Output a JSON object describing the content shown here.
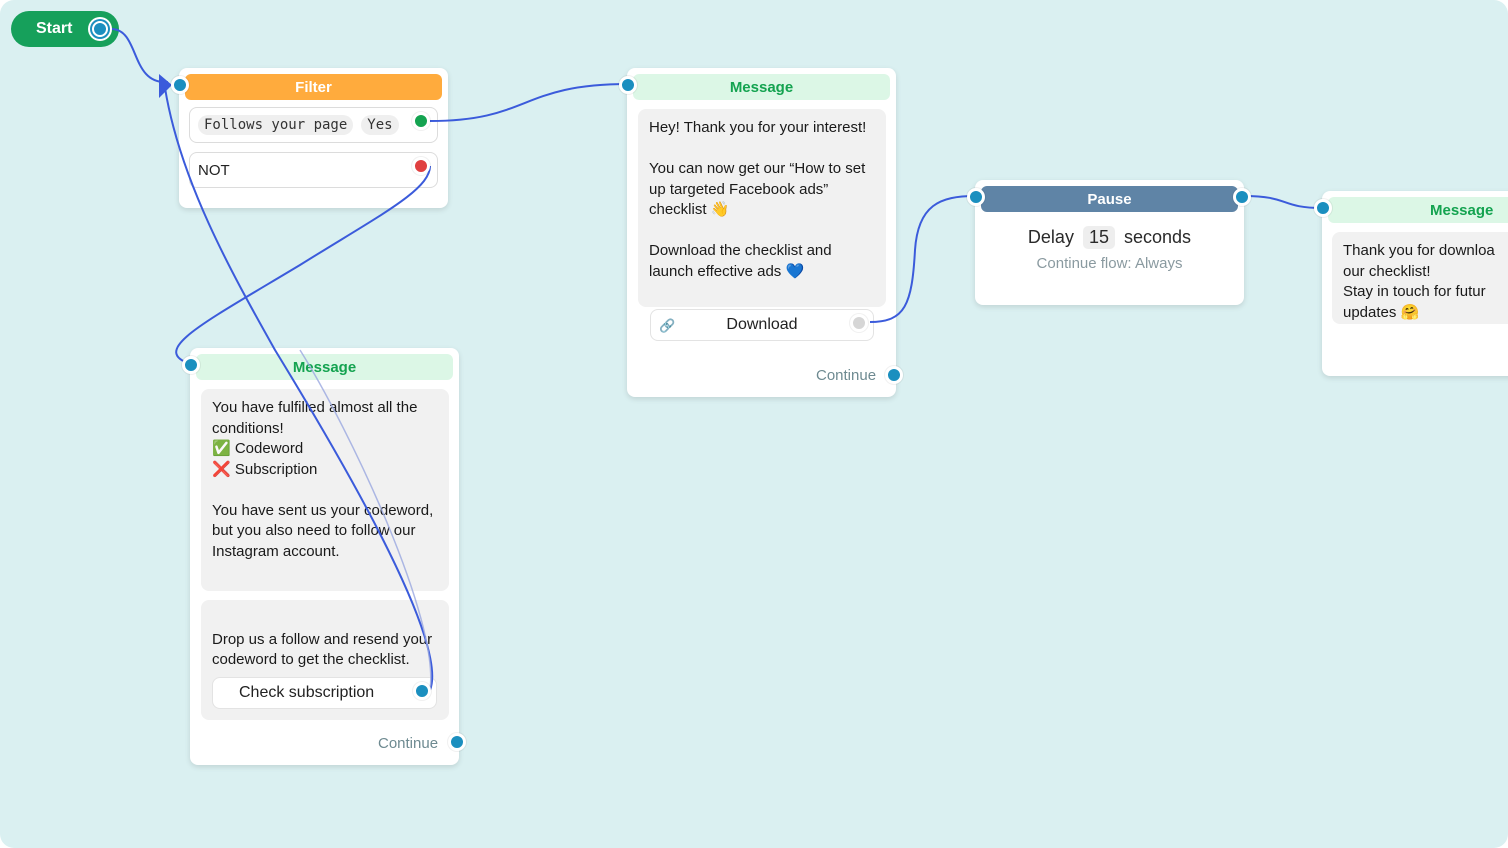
{
  "start": {
    "label": "Start"
  },
  "filter": {
    "title": "Filter",
    "condition": {
      "tag": "Follows your page",
      "value": "Yes"
    },
    "negation": {
      "label": "NOT"
    }
  },
  "message1": {
    "title": "Message",
    "text": "Hey! Thank you for your interest!\n\nYou can now get our “How to set up targeted Facebook ads” checklist 👋\n\nDownload the checklist and launch effective ads 💙",
    "button": "Download",
    "continue": "Continue"
  },
  "pause": {
    "title": "Pause",
    "delay_prefix": "Delay",
    "delay_value": "15",
    "delay_unit": "seconds",
    "flow": "Continue flow: Always"
  },
  "message3": {
    "title": "Message",
    "text": "Thank you for downloa\nour checklist!\nStay in touch for futur\nupdates 🤗"
  },
  "message2": {
    "title": "Message",
    "text": "You have fulfilled almost all the conditions!\n✅ Codeword\n❌ Subscription\n\nYou have sent us your codeword, but you also need to follow our Instagram account.",
    "text2": "Drop us a follow and resend your codeword to get the checklist.",
    "button": "Check subscription",
    "continue": "Continue"
  },
  "colors": {
    "canvas": "#daf0f1",
    "wire": "#3b5bdb",
    "port": "#1b8fbf",
    "start": "#16a05b",
    "filter": "#ffab3d",
    "message_head": "#dcf7e6",
    "pause_head": "#5f84a6"
  }
}
